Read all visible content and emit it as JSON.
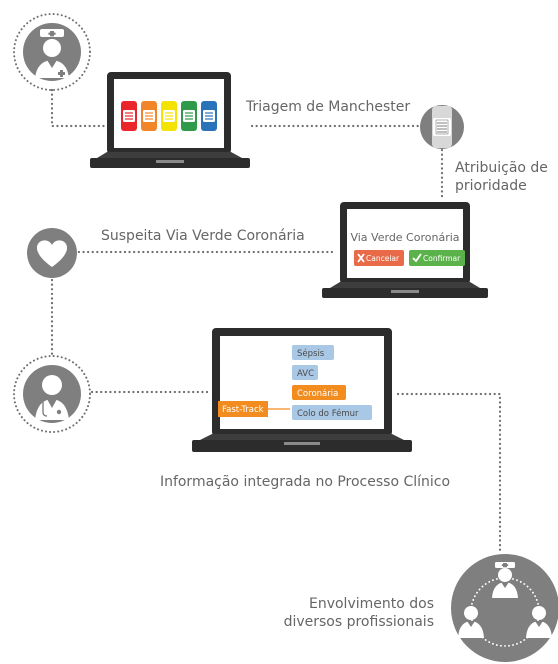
{
  "steps": {
    "triage_label": "Triagem de Manchester",
    "priority_label_line1": "Atribuição de",
    "priority_label_line2": "prioridade",
    "suspect_label": "Suspeita Via Verde Coronária",
    "integration_label": "Informação integrada no Processo Clínico",
    "involvement_line1": "Envolvimento dos",
    "involvement_line2": "diversos profissionais"
  },
  "dialog": {
    "title": "Via Verde Coronária",
    "cancel_label": "Cancelar",
    "confirm_label": "Confirmar"
  },
  "protocols": {
    "fast_track_label": "Fast-Track",
    "items": [
      "Sépsis",
      "AVC",
      "Coronária",
      "Colo do Fémur"
    ],
    "active_item": "Coronária"
  },
  "triage_colors": [
    "#e8262c",
    "#f2852a",
    "#f4e300",
    "#2f9a4a",
    "#2a73b8"
  ],
  "colors": {
    "grey": "#7f7f7f",
    "cancel": "#e86a48",
    "confirm": "#5bb24a",
    "pill_blue": "#a9c8e5",
    "pill_orange": "#f28c1e"
  },
  "icons": {
    "nurse": "nurse-icon",
    "heart": "heart-icon",
    "doctor": "doctor-icon",
    "wristband": "wristband-icon",
    "team": "team-icon",
    "laptop": "laptop-icon"
  }
}
